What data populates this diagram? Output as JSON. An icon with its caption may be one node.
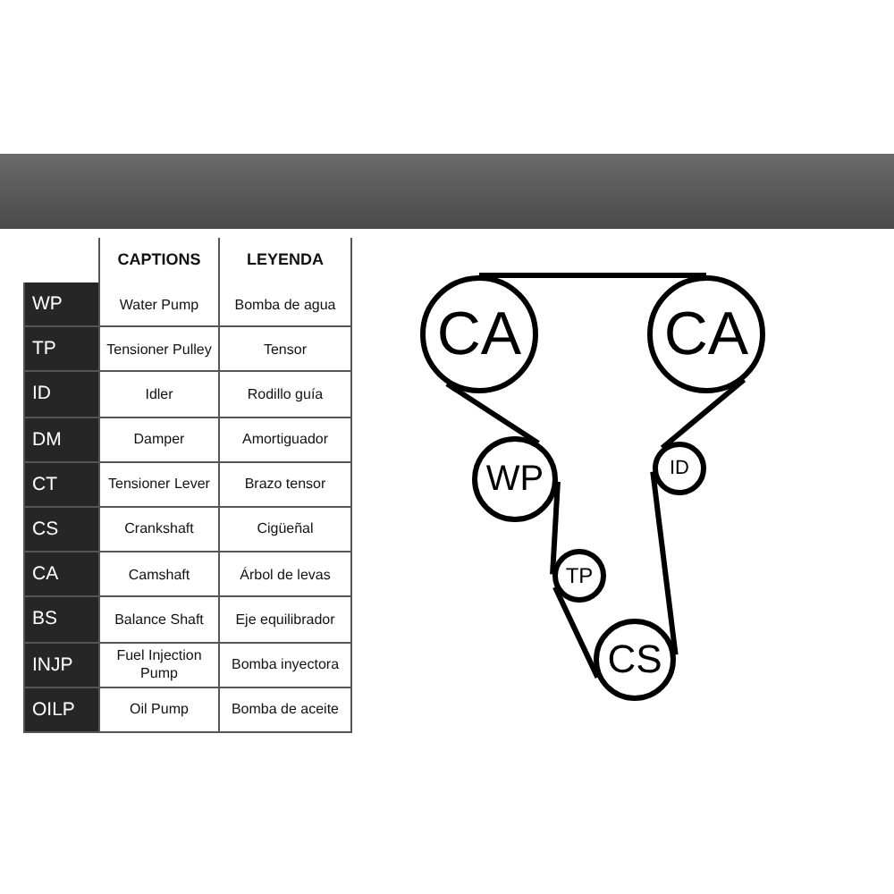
{
  "diagram": {
    "nodes": [
      {
        "text": [
          "CA"
        ]
      },
      {
        "text": [
          "CA"
        ]
      },
      {
        "text": [
          "WP"
        ]
      },
      {
        "text": [
          "ID"
        ]
      },
      {
        "text": [
          "TP"
        ]
      },
      {
        "text": [
          "CS"
        ]
      }
    ],
    "edges": [
      {
        "from": 0,
        "to": 1,
        "arrow": "none"
      },
      {
        "from": 1,
        "to": 3,
        "arrow": "none"
      },
      {
        "from": 3,
        "to": 5,
        "arrow": "none"
      },
      {
        "from": 5,
        "to": 4,
        "arrow": "none"
      },
      {
        "from": 4,
        "to": 2,
        "arrow": "none"
      },
      {
        "from": 2,
        "to": 0,
        "arrow": "none"
      }
    ],
    "labels": [
      "CAPTIONS",
      "LEYENDA",
      "WP",
      "Water Pump",
      "Bomba de agua",
      "TP",
      "Tensioner Pulley",
      "Tensor",
      "ID",
      "Idler",
      "Rodillo guía",
      "DM",
      "Damper",
      "Amortiguador",
      "CT",
      "Tensioner Lever",
      "Brazo tensor",
      "CS",
      "Crankshaft",
      "Cigüeñal",
      "CA",
      "Camshaft",
      "Árbol de levas",
      "BS",
      "Balance Shaft",
      "Eje equilibrador",
      "INJP",
      "Fuel Injection Pump",
      "Bomba inyectora",
      "OILP",
      "Oil Pump",
      "Bomba de aceite"
    ]
  }
}
